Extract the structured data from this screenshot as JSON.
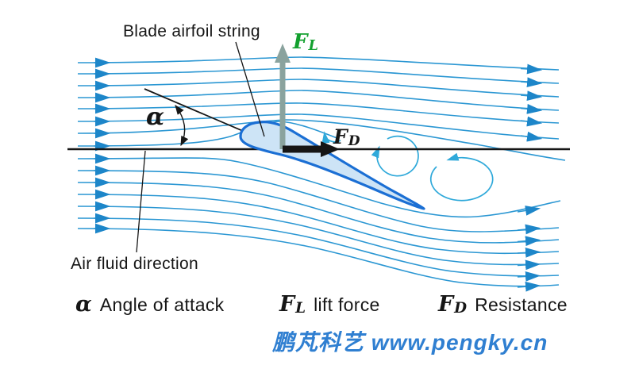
{
  "annotations": {
    "blade_airfoil_string": "Blade airfoil string",
    "air_fluid_direction": "Air fluid direction",
    "angle_symbol": "α",
    "lift": {
      "symbol": "F",
      "sub": "L"
    },
    "drag": {
      "symbol": "F",
      "sub": "D"
    }
  },
  "legend": {
    "angle": {
      "symbol": "α",
      "text": "Angle of attack"
    },
    "lift": {
      "symbol": "F",
      "sub": "L",
      "text": "lift force"
    },
    "drag": {
      "symbol": "F",
      "sub": "D",
      "text": "Resistance"
    }
  },
  "watermark": "鹏芃科艺 www.pengky.cn",
  "colors": {
    "streamline": "#2b97d3",
    "streamline_arrow": "#1d86c9",
    "vortex": "#2fa9da",
    "airfoil_fill": "#cde4f6",
    "airfoil_outline": "#1b6fd4",
    "lift_arrow": "#8aa39e",
    "lift_label": "#12a02e",
    "ink": "#161616",
    "watermark": "#2f7fd1"
  }
}
